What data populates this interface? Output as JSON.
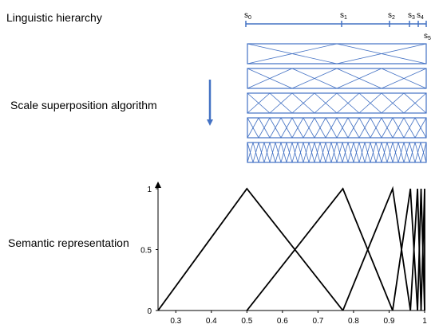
{
  "labels": {
    "hierarchy": "Linguistic hierarchy",
    "algorithm": "Scale superposition algorithm",
    "semantic": "Semantic representation"
  },
  "terms": [
    {
      "base": "s",
      "sub": "0"
    },
    {
      "base": "s",
      "sub": "1"
    },
    {
      "base": "s",
      "sub": "2"
    },
    {
      "base": "s",
      "sub": "3"
    },
    {
      "base": "s",
      "sub": "4"
    },
    {
      "base": "s",
      "sub": "5"
    }
  ],
  "boxes": [
    {
      "crosses": 2
    },
    {
      "crosses": 4
    },
    {
      "crosses": 8
    },
    {
      "crosses": 16
    },
    {
      "crosses": 32
    }
  ],
  "colors": {
    "blue": "#4472c4",
    "black": "#000000"
  },
  "chart_data": {
    "type": "line",
    "title": "",
    "xlabel": "",
    "ylabel": "",
    "xlim": [
      0.25,
      1.0
    ],
    "ylim": [
      0,
      1
    ],
    "x_ticks": [
      "0.3",
      "0.4",
      "0.5",
      "0.6",
      "0.7",
      "0.8",
      "0.9",
      "1"
    ],
    "y_ticks": [
      "0",
      "0.5",
      "1"
    ],
    "peaks": [
      0.5,
      0.77,
      0.91,
      0.96,
      0.98,
      0.99,
      1.0
    ],
    "triangles": [
      {
        "left": 0.25,
        "peak": 0.5,
        "right": 0.77
      },
      {
        "left": 0.5,
        "peak": 0.77,
        "right": 0.91
      },
      {
        "left": 0.77,
        "peak": 0.91,
        "right": 0.96
      },
      {
        "left": 0.91,
        "peak": 0.96,
        "right": 0.98
      },
      {
        "left": 0.96,
        "peak": 0.98,
        "right": 0.99
      },
      {
        "left": 0.98,
        "peak": 0.99,
        "right": 1.0
      },
      {
        "left": 0.99,
        "peak": 1.0,
        "right": 1.0
      }
    ]
  }
}
